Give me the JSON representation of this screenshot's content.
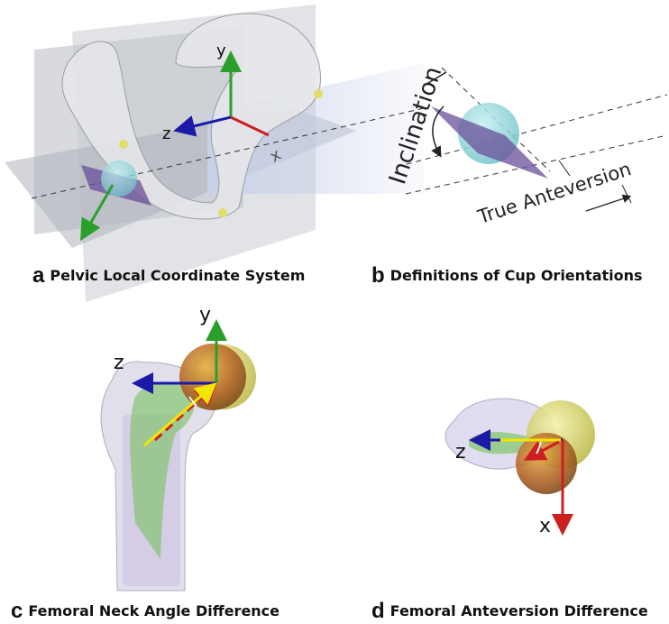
{
  "panels": {
    "a": {
      "letter": "a",
      "caption": "Pelvic Local Coordinate System",
      "axis_y": "y",
      "axis_z": "z",
      "axis_x": "x"
    },
    "b": {
      "letter": "b",
      "caption": "Definitions of Cup Orientations",
      "inclination": "Inclination",
      "true_anteversion": "True Anteversion"
    },
    "c": {
      "letter": "c",
      "caption": "Femoral Neck Angle Difference",
      "axis_y": "y",
      "axis_z": "z"
    },
    "d": {
      "letter": "d",
      "caption": "Femoral Anteversion Difference",
      "axis_z": "z",
      "axis_x": "x"
    }
  },
  "colors": {
    "x_axis": "#cc1f1f",
    "y_axis": "#2aa02a",
    "z_axis": "#1a1aa6",
    "compare_axis": "#f2e600",
    "cup": "#8fd3d6",
    "plane": "#b9bcc4",
    "cup_plane": "#6a4f9a"
  }
}
